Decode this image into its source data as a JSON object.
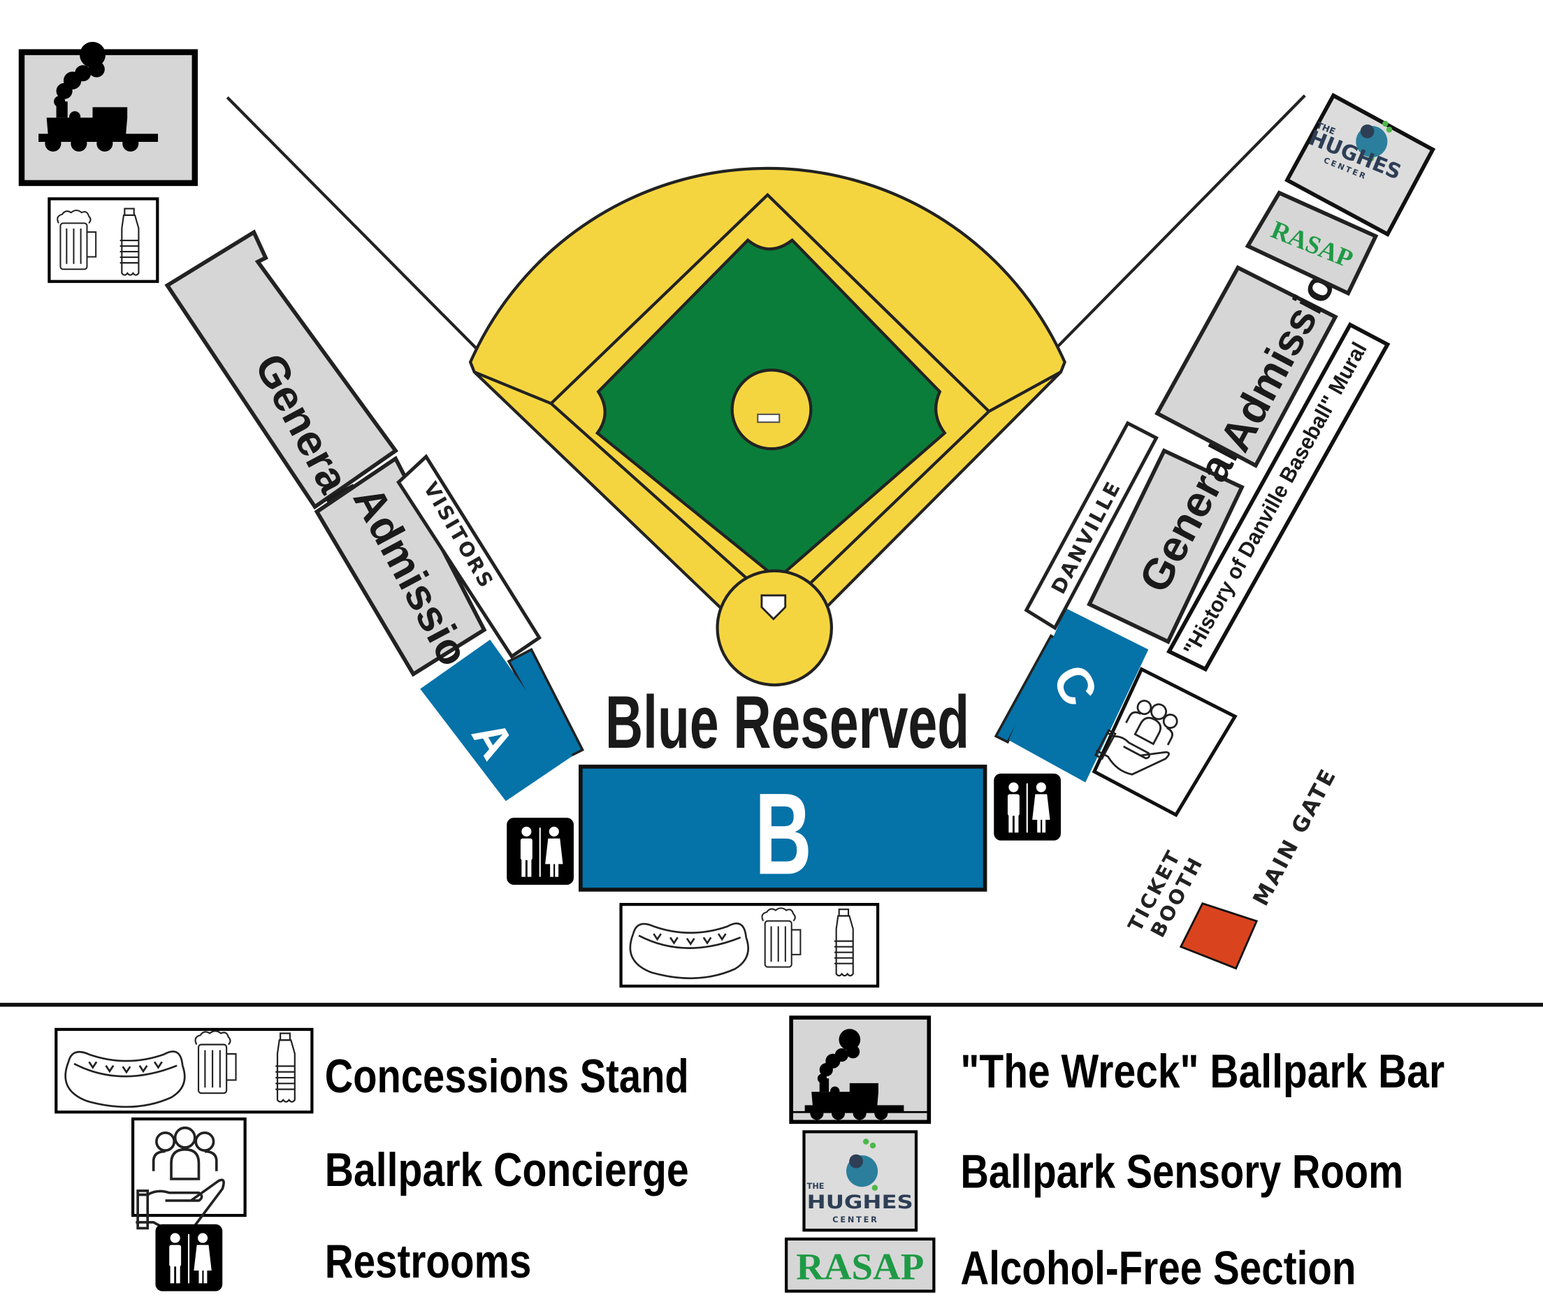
{
  "colors": {
    "grass": "#0a7d3a",
    "dirt": "#f5d53f",
    "reserved_blue": "#0572a8",
    "general_gray": "#d6d6d6",
    "ticket_booth": "#d9441f",
    "rasap_green": "#1e9a45",
    "hughes_teal": "#2b7f9c",
    "hughes_navy": "#2d3e55",
    "hughes_green": "#4cb848"
  },
  "map": {
    "sections": {
      "left_general": "General",
      "left_admission": "Admission",
      "visitors": "VISITORS",
      "a": "A",
      "b": "B",
      "c": "C",
      "blue_reserved": "Blue Reserved",
      "danville": "DANVILLE",
      "right_general": "General",
      "right_admission": "Admission",
      "mural": "\"History of Danville Baseball\" Mural",
      "rasap": "RASAP",
      "hughes_the": "THE",
      "hughes_name": "HUGHES",
      "hughes_center": "CENTER",
      "ticket_booth_line1": "TICKET",
      "ticket_booth_line2": "BOOTH",
      "main_gate": "MAIN GATE"
    }
  },
  "legend": {
    "items": [
      {
        "icon": "concessions-icon",
        "label": "Concessions Stand"
      },
      {
        "icon": "concierge-icon",
        "label": "Ballpark Concierge"
      },
      {
        "icon": "restroom-icon",
        "label": "Restrooms"
      },
      {
        "icon": "train-icon",
        "label": "\"The Wreck\" Ballpark Bar"
      },
      {
        "icon": "hughes-center-logo",
        "label": "Ballpark Sensory Room"
      },
      {
        "icon": "rasap-logo",
        "label": "Alcohol-Free Section",
        "logo_text": "RASAP"
      }
    ],
    "hughes_the": "THE",
    "hughes_name": "HUGHES",
    "hughes_center": "CENTER"
  }
}
